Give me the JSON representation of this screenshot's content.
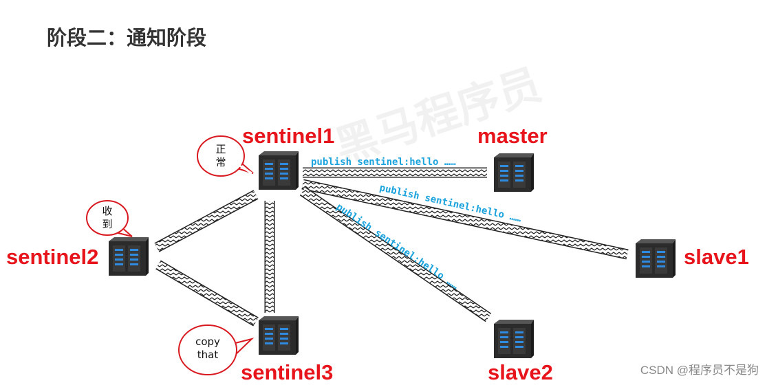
{
  "title": "阶段二：通知阶段",
  "watermark": "黑马程序员",
  "nodes": {
    "sentinel1": "sentinel1",
    "sentinel2": "sentinel2",
    "sentinel3": "sentinel3",
    "master": "master",
    "slave1": "slave1",
    "slave2": "slave2"
  },
  "messages": {
    "to_master": "publish sentinel:hello ……",
    "to_slave1": "publish sentinel:hello ……",
    "to_slave2": "publish sentinel:hello ……"
  },
  "bubbles": {
    "sentinel1_line1": "正",
    "sentinel1_line2": "常",
    "sentinel2_line1": "收",
    "sentinel2_line2": "到",
    "sentinel3_line1": "copy",
    "sentinel3_line2": "that"
  },
  "footer": "CSDN @程序员不是狗",
  "colors": {
    "label": "#e8141b",
    "message": "#1aa3dd",
    "server": "#2b2b2b",
    "server_led": "#2e8be0"
  }
}
